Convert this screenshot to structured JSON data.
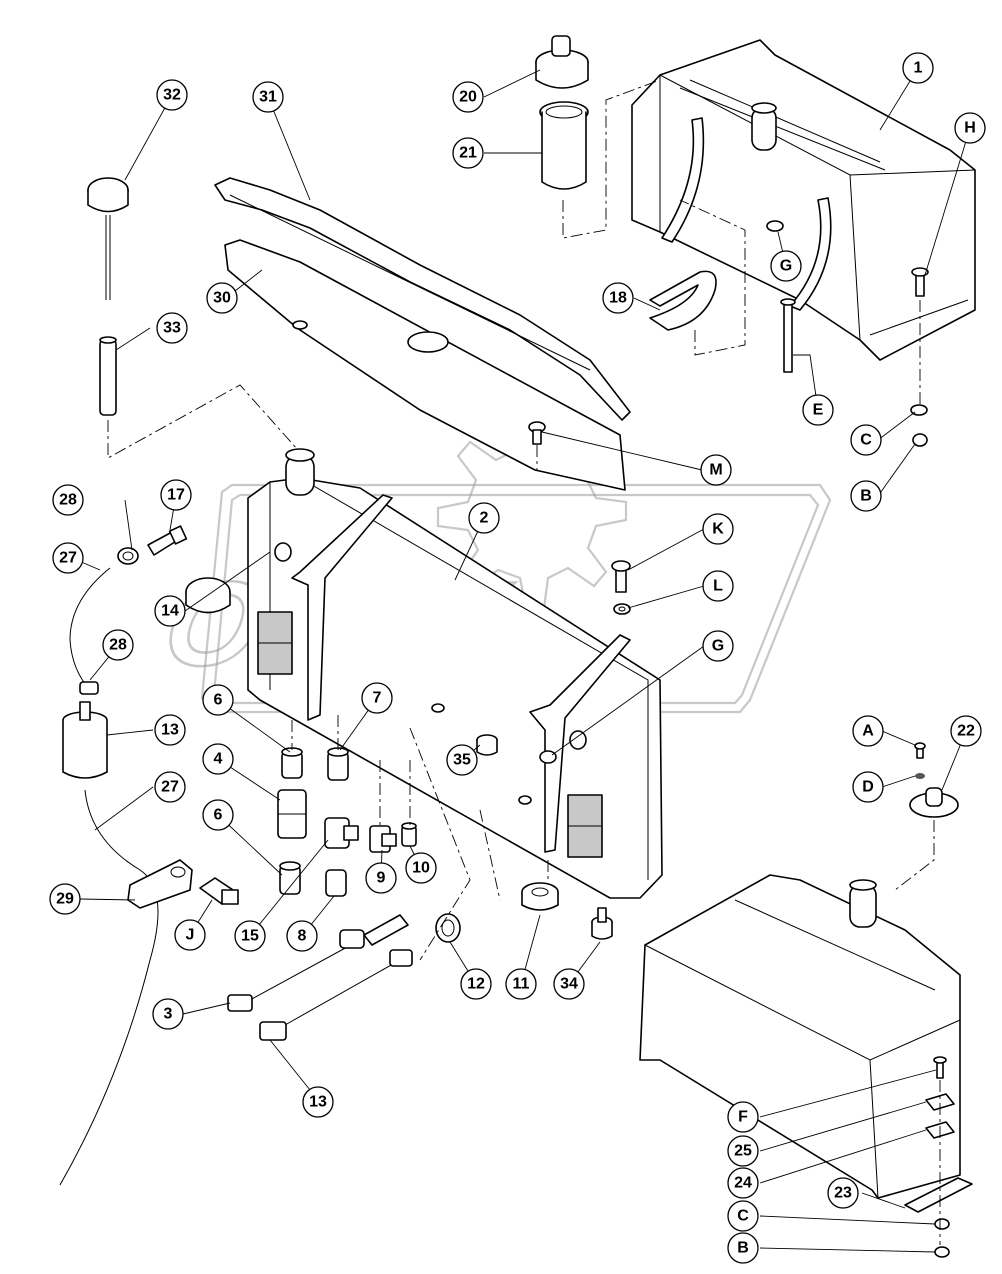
{
  "watermark": {
    "text": "OPEX"
  },
  "callouts": [
    {
      "id": "c-1",
      "label": "1"
    },
    {
      "id": "c-H",
      "label": "H"
    },
    {
      "id": "c-20",
      "label": "20"
    },
    {
      "id": "c-21",
      "label": "21"
    },
    {
      "id": "c-32",
      "label": "32"
    },
    {
      "id": "c-31",
      "label": "31"
    },
    {
      "id": "c-30",
      "label": "30"
    },
    {
      "id": "c-33",
      "label": "33"
    },
    {
      "id": "c-18",
      "label": "18"
    },
    {
      "id": "c-G1",
      "label": "G"
    },
    {
      "id": "c-E",
      "label": "E"
    },
    {
      "id": "c-C1",
      "label": "C"
    },
    {
      "id": "c-B1",
      "label": "B"
    },
    {
      "id": "c-M",
      "label": "M"
    },
    {
      "id": "c-28a",
      "label": "28"
    },
    {
      "id": "c-17",
      "label": "17"
    },
    {
      "id": "c-2",
      "label": "2"
    },
    {
      "id": "c-K",
      "label": "K"
    },
    {
      "id": "c-L",
      "label": "L"
    },
    {
      "id": "c-G2",
      "label": "G"
    },
    {
      "id": "c-27a",
      "label": "27"
    },
    {
      "id": "c-14",
      "label": "14"
    },
    {
      "id": "c-28b",
      "label": "28"
    },
    {
      "id": "c-6a",
      "label": "6"
    },
    {
      "id": "c-7",
      "label": "7"
    },
    {
      "id": "c-13a",
      "label": "13"
    },
    {
      "id": "c-4",
      "label": "4"
    },
    {
      "id": "c-35",
      "label": "35"
    },
    {
      "id": "c-27b",
      "label": "27"
    },
    {
      "id": "c-6b",
      "label": "6"
    },
    {
      "id": "c-9",
      "label": "9"
    },
    {
      "id": "c-10",
      "label": "10"
    },
    {
      "id": "c-29",
      "label": "29"
    },
    {
      "id": "c-J",
      "label": "J"
    },
    {
      "id": "c-15",
      "label": "15"
    },
    {
      "id": "c-8",
      "label": "8"
    },
    {
      "id": "c-12",
      "label": "12"
    },
    {
      "id": "c-11",
      "label": "11"
    },
    {
      "id": "c-34",
      "label": "34"
    },
    {
      "id": "c-3",
      "label": "3"
    },
    {
      "id": "c-13b",
      "label": "13"
    },
    {
      "id": "c-A",
      "label": "A"
    },
    {
      "id": "c-22",
      "label": "22"
    },
    {
      "id": "c-D",
      "label": "D"
    },
    {
      "id": "c-F",
      "label": "F"
    },
    {
      "id": "c-25",
      "label": "25"
    },
    {
      "id": "c-24",
      "label": "24"
    },
    {
      "id": "c-23",
      "label": "23"
    },
    {
      "id": "c-C2",
      "label": "C"
    },
    {
      "id": "c-B2",
      "label": "B"
    }
  ]
}
